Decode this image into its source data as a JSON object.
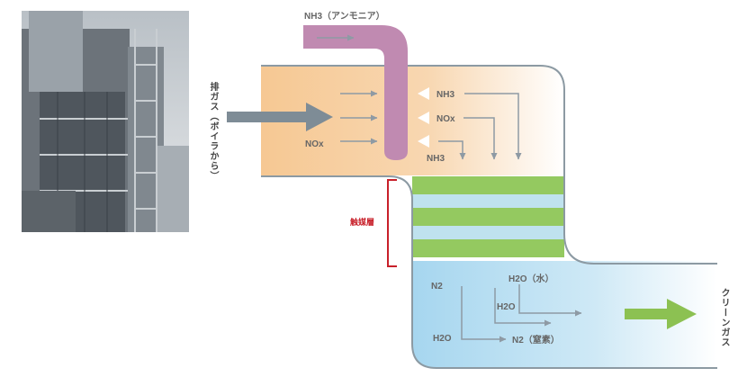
{
  "labels": {
    "nh3_inlet": "NH3（アンモニア）",
    "exhaust_gas": "排ガス（ボイラから）",
    "nox_left": "NOx",
    "nh3_a": "NH3",
    "nox_mid": "NOx",
    "nh3_b": "NH3",
    "catalyst_layer": "触媒層",
    "n2_top": "N2",
    "h2o_water": "H2O（水）",
    "h2o_mid": "H2O",
    "h2o_bottom": "H2O",
    "n2_nitrogen": "N2（窒素）",
    "clean_gas": "クリーンガス"
  },
  "colors": {
    "inlet_orange": "#f6c893",
    "outlet_blue": "#a6d6ef",
    "nh3_pipe": "#c08ab1",
    "catalyst_green": "#94c960",
    "catalyst_light": "#bfe2ee",
    "duct_outline": "#8c9aa3",
    "arrow_gray": "#8e9aa4",
    "exhaust_arrow": "#7e8c96",
    "clean_arrow": "#8cc152",
    "bracket_red": "#c8202a"
  },
  "photo": {
    "name": "boiler-plant-photo"
  }
}
